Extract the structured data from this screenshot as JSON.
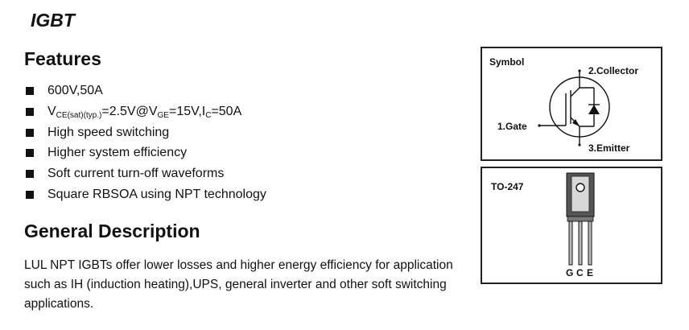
{
  "title": "IGBT",
  "features_heading": "Features",
  "features": [
    {
      "pre": "600V,50A"
    },
    {
      "v1": "V",
      "s1": "CE(sat)(typ.)",
      "t1": "=2.5V@V",
      "s2": "GE",
      "t2": "=15V,I",
      "s3": "C",
      "t3": "=50A"
    },
    {
      "pre": "High speed switching"
    },
    {
      "pre": "Higher system efficiency"
    },
    {
      "pre": "Soft current turn-off waveforms"
    },
    {
      "pre": "Square RBSOA using NPT technology"
    }
  ],
  "description_heading": "General Description",
  "description": "LUL NPT IGBTs offer lower losses and higher energy efficiency for application such as IH (induction heating),UPS, general inverter and other soft switching applications.",
  "symbol_panel": {
    "label": "Symbol",
    "collector": "2.Collector",
    "gate": "1.Gate",
    "emitter": "3.Emitter"
  },
  "package_panel": {
    "label": "TO-247",
    "pins": [
      "G",
      "C",
      "E"
    ]
  }
}
